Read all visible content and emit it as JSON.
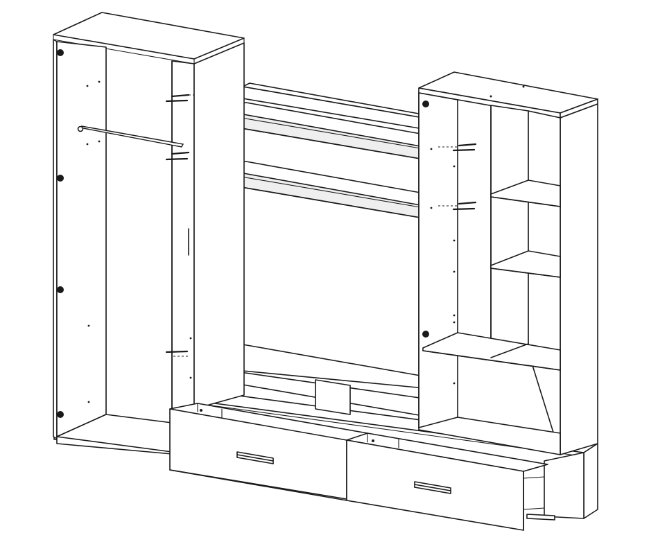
{
  "drawing": {
    "stroke_color": "#1a1a1a",
    "background_color": "#ffffff",
    "components": [
      "tall-wardrobe",
      "shelf-bridge",
      "tv-base",
      "drawer-left",
      "drawer-right",
      "side-cabinet"
    ],
    "drawer_count": 2,
    "floating_shelf_count": 2,
    "side_cabinet_shelf_count": 3
  }
}
